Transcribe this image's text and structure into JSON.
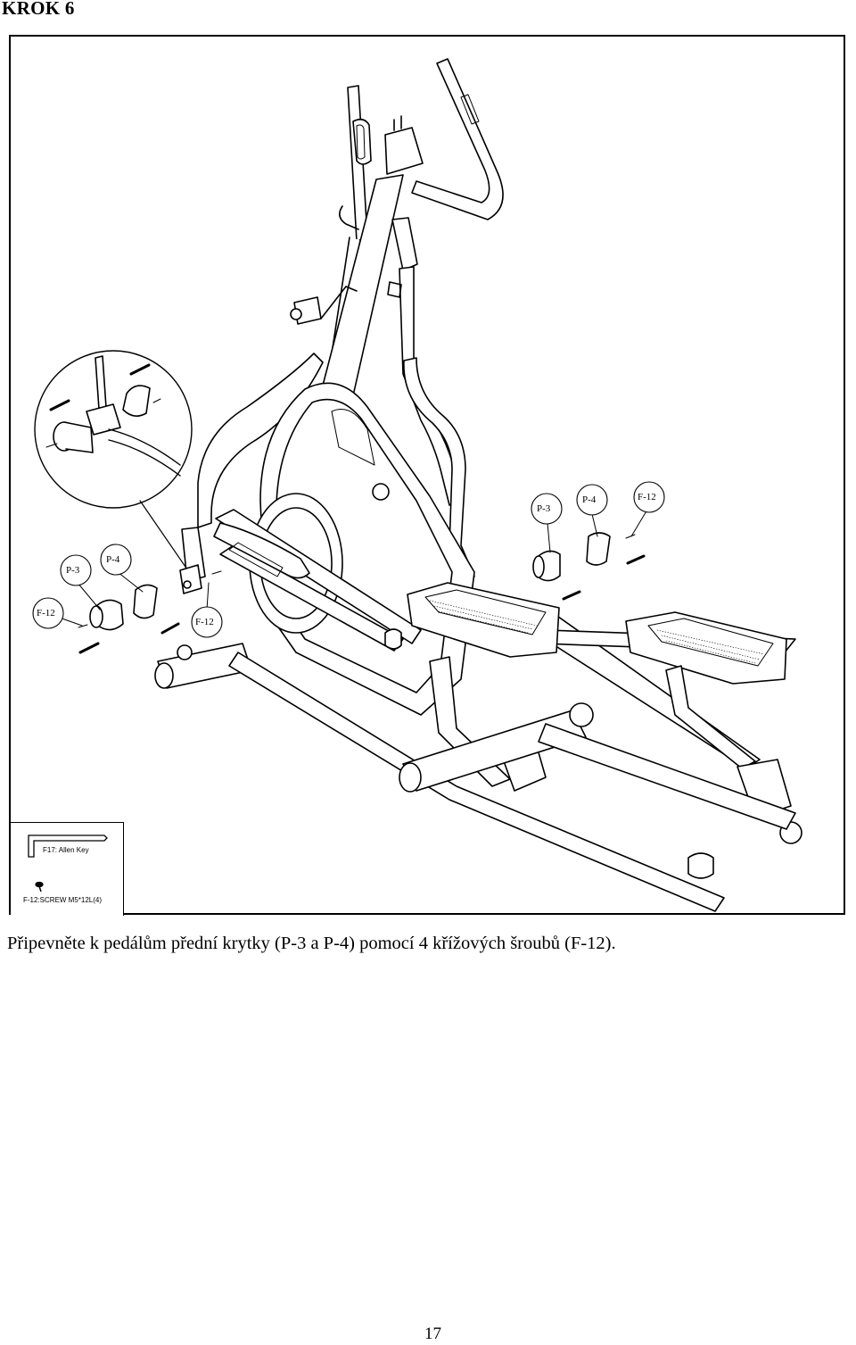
{
  "step": {
    "title": "KROK 6"
  },
  "legend": {
    "allen_key": "F17:  Allen Key",
    "screw": "F-12:SCREW M5*12L(4)"
  },
  "callouts": {
    "left_p3": "P-3",
    "left_p4": "P-4",
    "left_f12a": "F-12",
    "left_f12b": "F-12",
    "right_p3": "P-3",
    "right_p4": "P-4",
    "right_f12": "F-12"
  },
  "caption": "Připevněte k pedálům přední krytky (P-3 a P-4) pomocí 4 křížových šroubů (F-12).",
  "page_number": "17"
}
